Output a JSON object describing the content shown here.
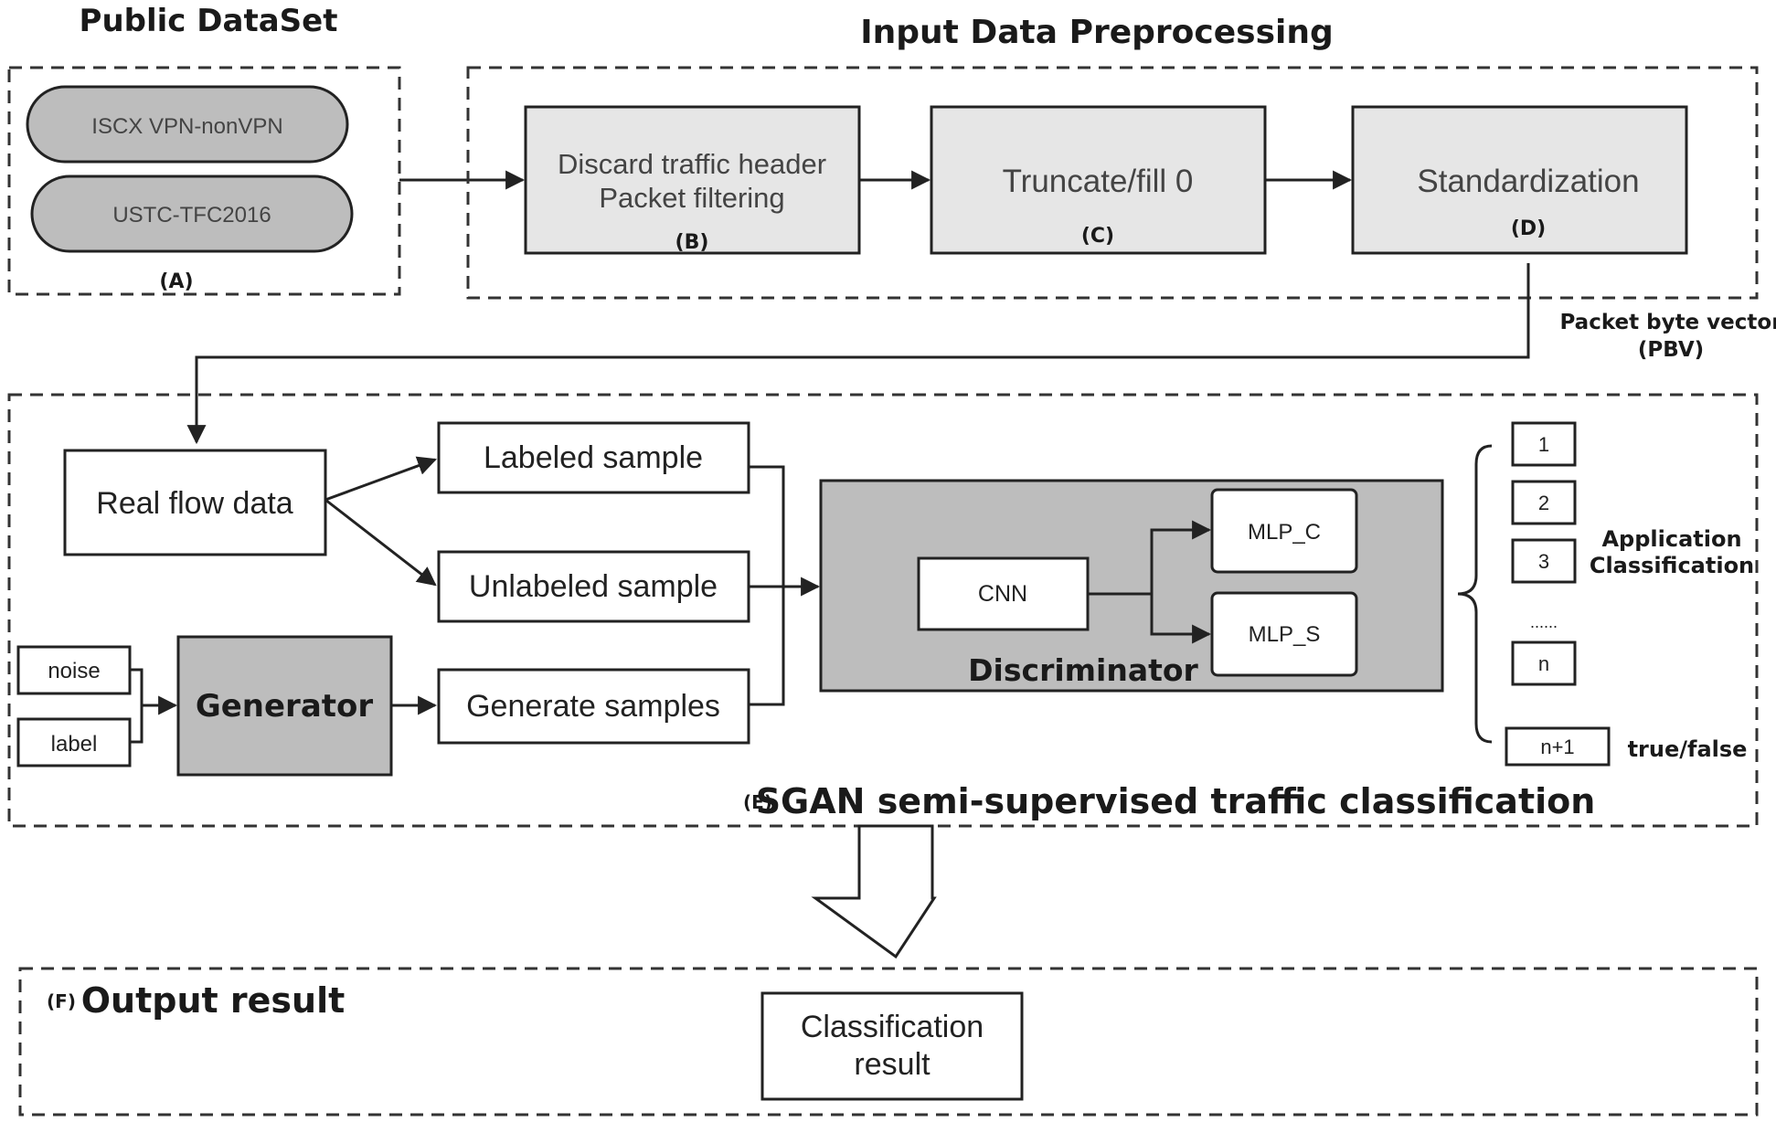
{
  "sections": {
    "public_dataset": {
      "title": "Public DataSet",
      "tag": "(A)"
    },
    "preprocessing": {
      "title": "Input Data Preprocessing"
    },
    "sgan": {
      "title": "SGAN semi-supervised traffic classification",
      "tag": "(E)"
    },
    "output": {
      "title": "Output result",
      "tag": "(F)"
    }
  },
  "datasets": [
    "ISCX VPN-nonVPN",
    "USTC-TFC2016"
  ],
  "steps": {
    "b": {
      "line1": "Discard traffic header",
      "line2": "Packet filtering",
      "tag": "(B)"
    },
    "c": {
      "label": "Truncate/fill 0",
      "tag": "(C)"
    },
    "d": {
      "label": "Standardization",
      "tag": "(D)"
    }
  },
  "pbv": {
    "line1": "Packet byte vector",
    "line2": "(PBV)"
  },
  "sgan_nodes": {
    "real_flow": "Real flow data",
    "labeled": "Labeled sample",
    "unlabeled": "Unlabeled sample",
    "generated": "Generate samples",
    "noise": "noise",
    "label": "label",
    "generator": "Generator",
    "discriminator": "Discriminator",
    "cnn": "CNN",
    "mlp_c": "MLP_C",
    "mlp_s": "MLP_S"
  },
  "outputs": {
    "classes": [
      "1",
      "2",
      "3",
      "n",
      "n+1"
    ],
    "ellipsis": "......",
    "app_line1": "Application",
    "app_line2": "Classification",
    "true_false": "true/false"
  },
  "result": {
    "line1": "Classification",
    "line2": "result"
  }
}
